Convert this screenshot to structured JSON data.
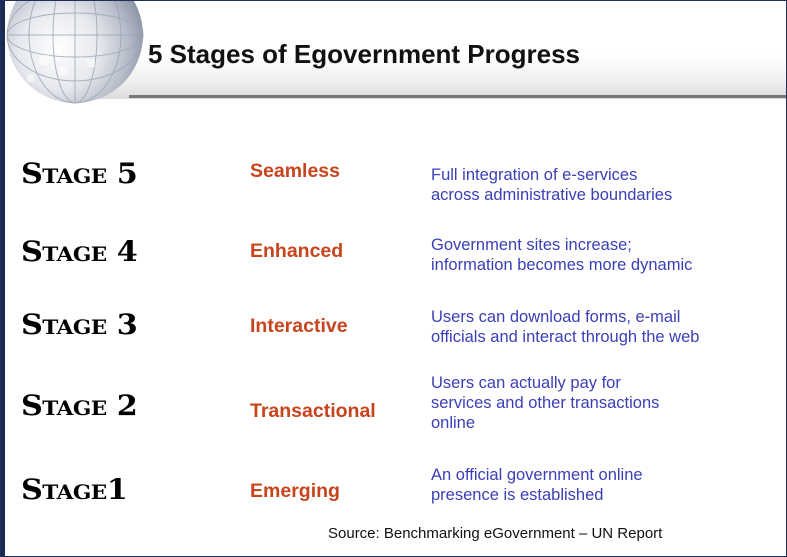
{
  "title": "5 Stages of Egovernment Progress",
  "stages": [
    {
      "label": "Stage 5",
      "name": "Seamless",
      "description": "Full integration of e-services\nacross administrative boundaries"
    },
    {
      "label": "Stage 4",
      "name": "Enhanced",
      "description": "Government sites increase;\ninformation becomes more dynamic"
    },
    {
      "label": "Stage 3",
      "name": "Interactive",
      "description": "Users can download forms, e-mail\nofficials and interact through the web"
    },
    {
      "label": "Stage 2",
      "name": "Transactional",
      "description": "Users can actually pay for\nservices and other transactions\nonline"
    },
    {
      "label": "Stage1",
      "name": "Emerging",
      "description": "An official government online\npresence is established"
    }
  ],
  "source": "Source: Benchmarking eGovernment – UN Report",
  "colors": {
    "stage_name": "#c8441d",
    "description": "#3b3fb6",
    "frame": "#1f2f5a",
    "globe": "#9aa3b5"
  },
  "icons": {
    "header_graphic": "globe-icon"
  }
}
